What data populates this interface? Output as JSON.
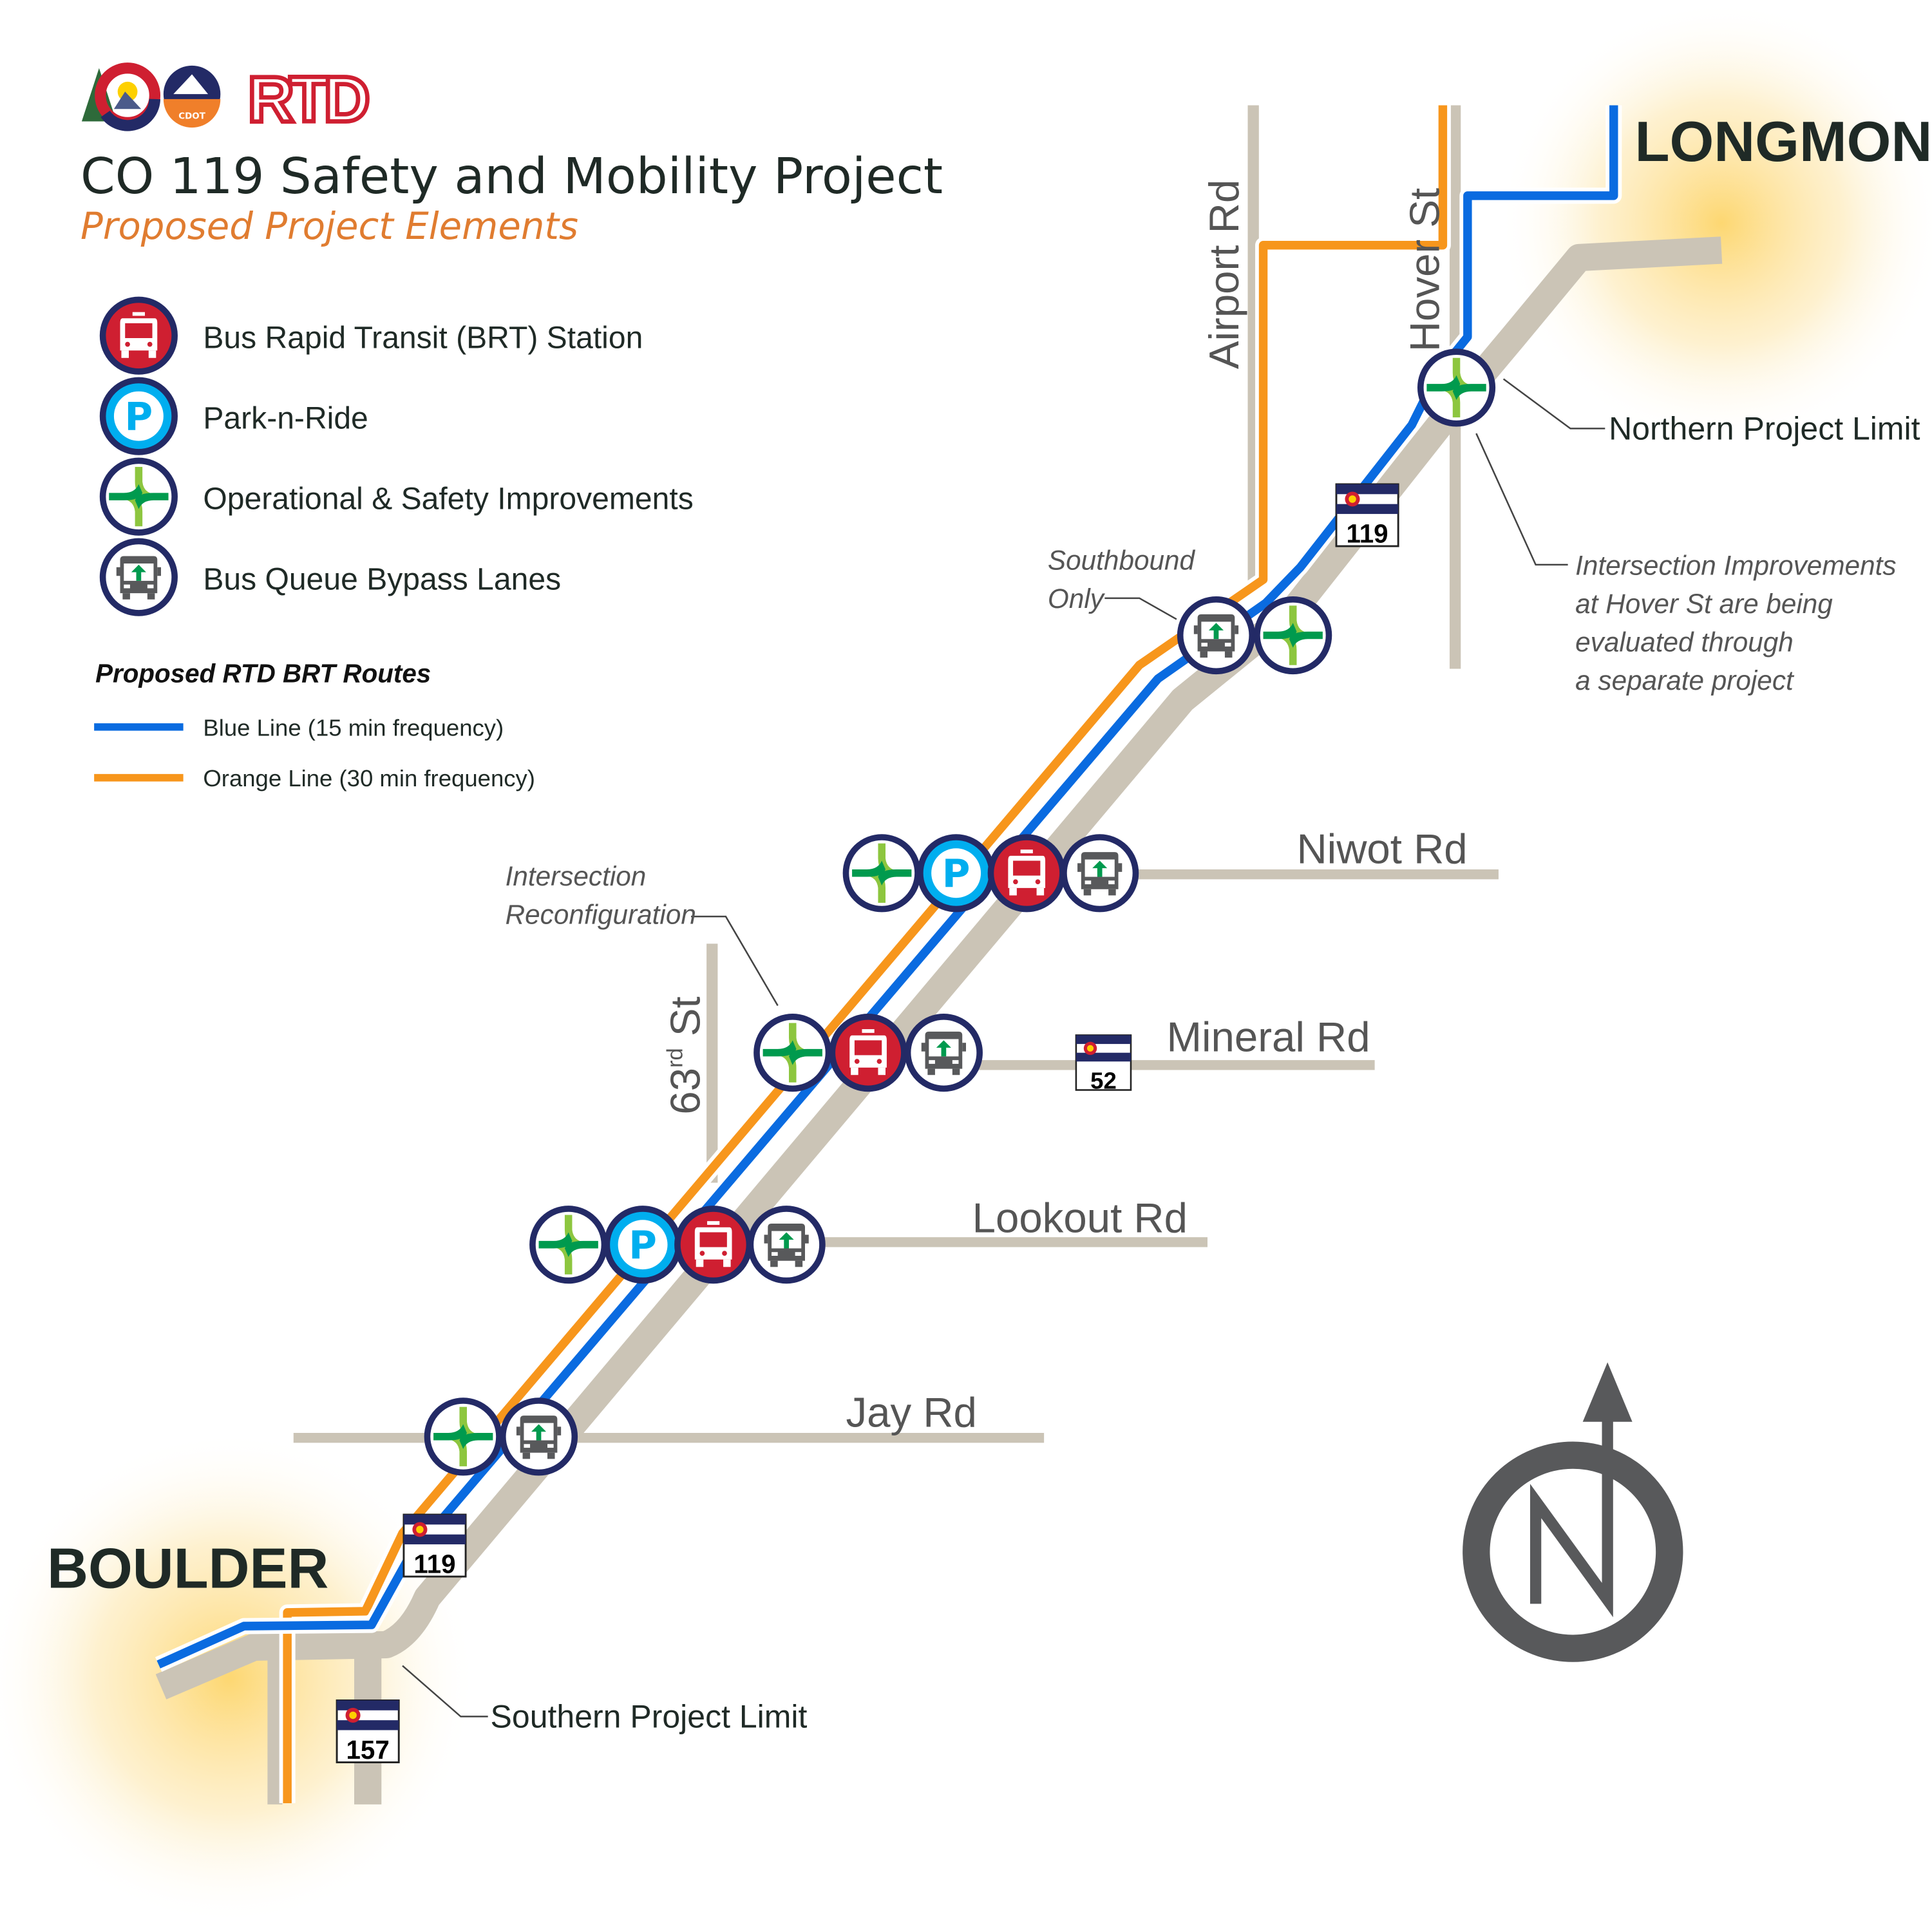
{
  "header": {
    "title": "CO 119 Safety and Mobility Project",
    "subtitle": "Proposed Project Elements",
    "logos": [
      "Colorado",
      "CDOT",
      "RTD"
    ]
  },
  "legend": {
    "items": [
      {
        "icon": "bus-station-icon",
        "label": "Bus Rapid Transit (BRT) Station"
      },
      {
        "icon": "park-n-ride-icon",
        "label": "Park-n-Ride"
      },
      {
        "icon": "intersection-improvement-icon",
        "label": "Operational & Safety Improvements"
      },
      {
        "icon": "bus-bypass-icon",
        "label": "Bus Queue Bypass Lanes"
      }
    ],
    "routes_title": "Proposed RTD BRT Routes",
    "routes": [
      {
        "label": "Blue Line (15 min frequency)",
        "color": "#0a6be0"
      },
      {
        "label": "Orange Line (30 min frequency)",
        "color": "#f7961c"
      }
    ]
  },
  "map": {
    "cities": {
      "north": "LONGMONT",
      "south": "BOULDER"
    },
    "roads": {
      "airport": "Airport Rd",
      "hover": "Hover St",
      "niwot": "Niwot Rd",
      "mineral": "Mineral Rd",
      "lookout": "Lookout Rd",
      "jay": "Jay Rd",
      "sixtythird": "63",
      "sixtythird_sup": "rd",
      "sixtythird_suffix": " St"
    },
    "shields": {
      "n119": "119",
      "s52": "52",
      "s119": "119",
      "s157": "157"
    },
    "annotations": {
      "north_limit": "Northern Project Limit",
      "south_limit": "Southern Project Limit",
      "southbound_1": "Southbound",
      "southbound_2": "Only",
      "reconfig_1": "Intersection",
      "reconfig_2": "Reconfiguration",
      "hover_1": "Intersection Improvements",
      "hover_2": "at Hover St are being",
      "hover_3": "evaluated through",
      "hover_4": "a separate project"
    },
    "north_arrow": "N"
  },
  "colors": {
    "road": "#cbc4b6",
    "navy": "#232a66",
    "brt_red": "#cf1f31",
    "pnr_blue": "#00aeef",
    "green": "#009a4e",
    "lime": "#8dc63f"
  }
}
